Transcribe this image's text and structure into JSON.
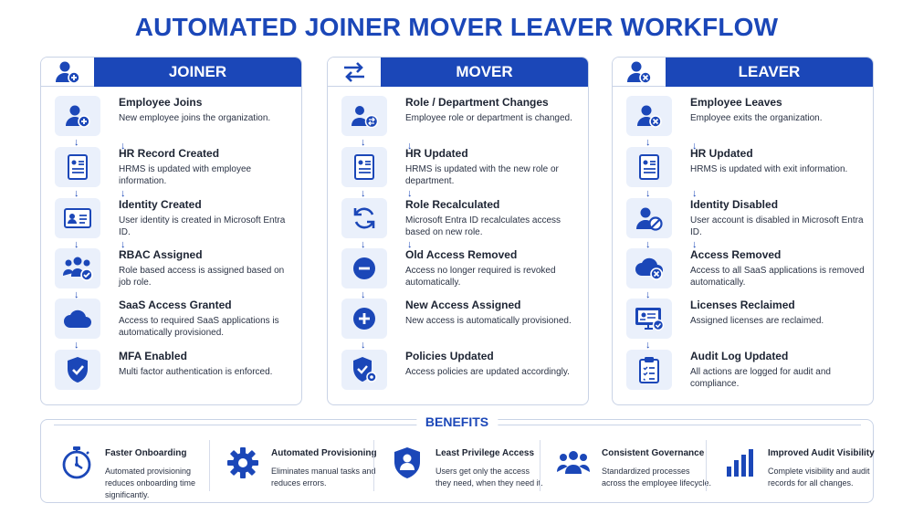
{
  "title": "AUTOMATED JOINER MOVER LEAVER WORKFLOW",
  "colors": {
    "accent": "#1b47b8",
    "tile": "#eaf0fb",
    "border": "#c9d3e6"
  },
  "columns": [
    {
      "name": "JOINER",
      "header_icon": "add-user-icon",
      "steps": [
        {
          "title": "Employee Joins",
          "desc": "New employee joins the organization.",
          "icon": "add-user-icon"
        },
        {
          "title": "HR Record Created",
          "desc": "HRMS is updated with employee information.",
          "icon": "document-icon"
        },
        {
          "title": "Identity Created",
          "desc": "User identity is created in Microsoft Entra ID.",
          "icon": "id-card-icon"
        },
        {
          "title": "RBAC Assigned",
          "desc": "Role based access is assigned based on job role.",
          "icon": "group-check-icon"
        },
        {
          "title": "SaaS Access Granted",
          "desc": "Access to required SaaS applications is automatically provisioned.",
          "icon": "cloud-icon"
        },
        {
          "title": "MFA Enabled",
          "desc": "Multi factor authentication is enforced.",
          "icon": "shield-check-icon"
        }
      ]
    },
    {
      "name": "MOVER",
      "header_icon": "swap-arrows-icon",
      "steps": [
        {
          "title": "Role / Department Changes",
          "desc": "Employee role or department is changed.",
          "icon": "user-swap-icon"
        },
        {
          "title": "HR Updated",
          "desc": "HRMS is updated with the new role or department.",
          "icon": "document-icon"
        },
        {
          "title": "Role Recalculated",
          "desc": "Microsoft Entra ID recalculates access based on new role.",
          "icon": "refresh-icon"
        },
        {
          "title": "Old Access Removed",
          "desc": "Access no longer required is revoked automatically.",
          "icon": "minus-circle-icon"
        },
        {
          "title": "New Access Assigned",
          "desc": "New access is automatically provisioned.",
          "icon": "plus-circle-icon"
        },
        {
          "title": "Policies Updated",
          "desc": "Access policies are updated accordingly.",
          "icon": "shield-gear-icon"
        }
      ]
    },
    {
      "name": "LEAVER",
      "header_icon": "remove-user-icon",
      "steps": [
        {
          "title": "Employee Leaves",
          "desc": "Employee exits the organization.",
          "icon": "remove-user-icon"
        },
        {
          "title": "HR Updated",
          "desc": "HRMS is updated with exit information.",
          "icon": "document-icon"
        },
        {
          "title": "Identity Disabled",
          "desc": "User account is disabled in Microsoft Entra ID.",
          "icon": "user-blocked-icon"
        },
        {
          "title": "Access Removed",
          "desc": "Access to all SaaS applications is removed automatically.",
          "icon": "cloud-remove-icon"
        },
        {
          "title": "Licenses Reclaimed",
          "desc": "Assigned licenses are reclaimed.",
          "icon": "monitor-license-icon"
        },
        {
          "title": "Audit Log Updated",
          "desc": "All actions are logged for audit and compliance.",
          "icon": "clipboard-icon"
        }
      ]
    }
  ],
  "benefits": {
    "title": "BENEFITS",
    "items": [
      {
        "title": "Faster Onboarding",
        "desc": "Automated provisioning reduces onboarding time significantly.",
        "icon": "stopwatch-icon"
      },
      {
        "title": "Automated Provisioning",
        "desc": "Eliminates manual tasks and reduces errors.",
        "icon": "gear-icon"
      },
      {
        "title": "Least Privilege Access",
        "desc": "Users get only the access they need, when they need it.",
        "icon": "shield-user-icon"
      },
      {
        "title": "Consistent Governance",
        "desc": "Standardized processes across the employee lifecycle.",
        "icon": "group-icon"
      },
      {
        "title": "Improved Audit Visibility",
        "desc": "Complete visibility and audit records for all changes.",
        "icon": "bar-chart-icon"
      }
    ]
  }
}
